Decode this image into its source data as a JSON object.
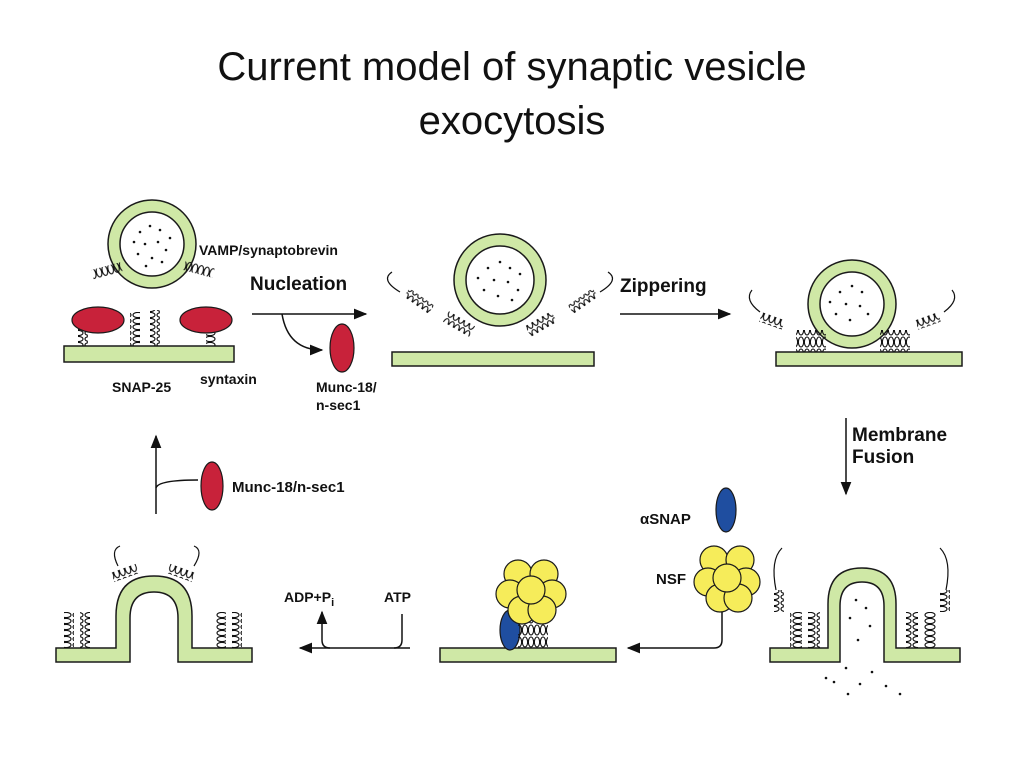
{
  "slide": {
    "title_line1": "Current model of synaptic vesicle",
    "title_line2": "exocytosis"
  },
  "labels": {
    "vamp": "VAMP/synaptobrevin",
    "nucleation": "Nucleation",
    "snap25": "SNAP-25",
    "syntaxin": "syntaxin",
    "munc18_line1": "Munc-18/",
    "munc18_line2": "n-sec1",
    "zippering": "Zippering",
    "membrane_fusion_line1": "Membrane",
    "membrane_fusion_line2": "Fusion",
    "alpha_snap": "αSNAP",
    "nsf": "NSF",
    "atp": "ATP",
    "adp_pi": "ADP+P",
    "adp_pi_sub": "i",
    "munc18_full": "Munc-18/n-sec1"
  },
  "colors": {
    "membrane": "#cfe8a6",
    "outline": "#1a1a1a",
    "munc18": "#c8223a",
    "alpha_snap": "#1f4ea0",
    "nsf": "#f6ec5a"
  }
}
